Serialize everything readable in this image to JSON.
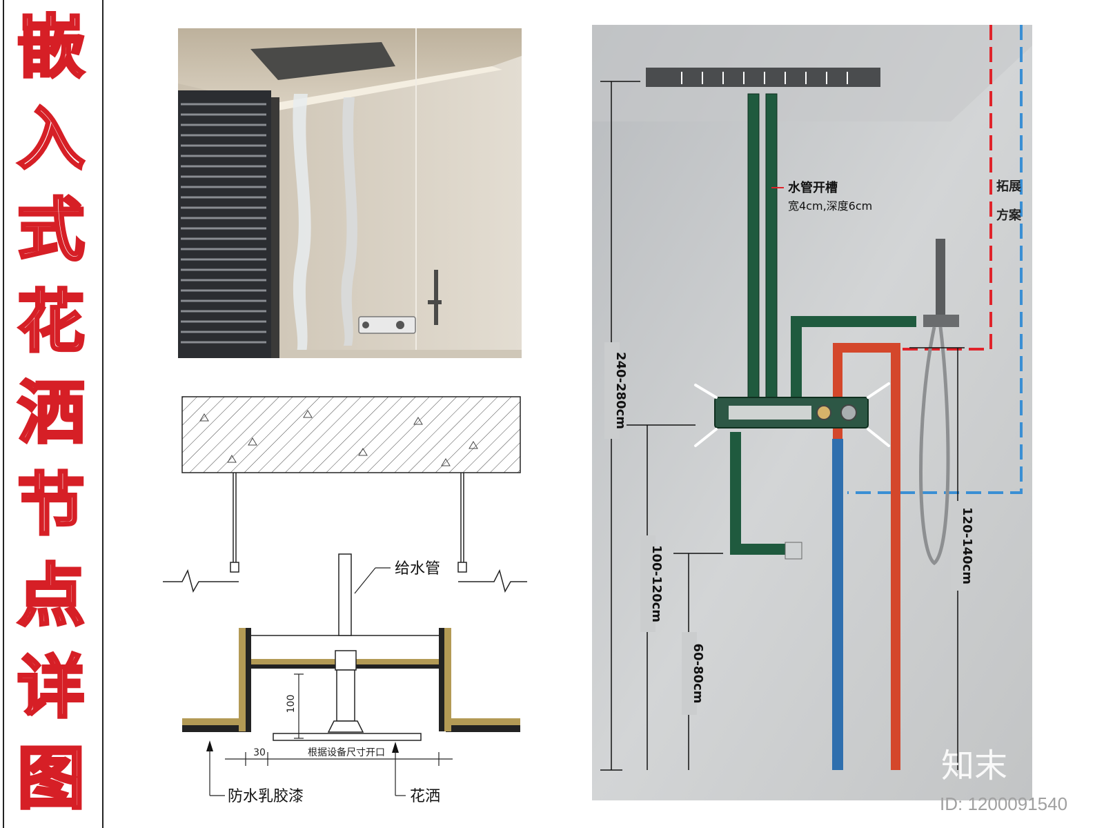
{
  "title_chars": [
    "嵌",
    "入",
    "式",
    "花",
    "洒",
    "节",
    "点",
    "详",
    "图"
  ],
  "section": {
    "label_pipe": "给水管",
    "label_paint": "防水乳胶漆",
    "label_shower": "花洒",
    "label_opening": "根据设备尺寸开口",
    "dim_100": "100",
    "dim_30": "30"
  },
  "photo_diagram": {
    "groove_title": "水管开槽",
    "groove_spec": "宽4cm,深度6cm",
    "expand_line1": "拓展",
    "expand_line2": "方案",
    "dim_total": "240-280cm",
    "dim_valve": "100-120cm",
    "dim_outlet": "60-80cm",
    "dim_handheld": "120-140cm",
    "logo": "知末"
  },
  "image_id": "ID: 1200091540",
  "colors": {
    "title_red": "#d61f26",
    "hot_pipe": "#d4472b",
    "cold_pipe": "#2f6fae",
    "main_pipe": "#1f5a3e",
    "waterproof": "#b39a55"
  }
}
